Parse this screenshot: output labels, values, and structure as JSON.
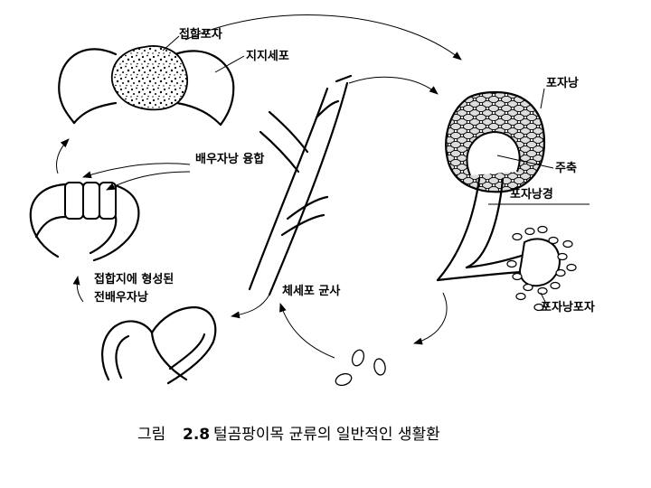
{
  "labels": {
    "zygospore": "접합포자",
    "suspensor": "지지세포",
    "sporangium": "포자낭",
    "columella": "주축",
    "sporangiophore": "포자낭경",
    "gametangia_fusion": "배우자낭 융합",
    "hyphae": "체세포 균사",
    "progametangia_line1": "접합지에 형성된",
    "progametangia_line2": "전배우자낭",
    "sporangiospore": "포자낭포자"
  },
  "caption": {
    "prefix": "그림",
    "number": "2.8",
    "text": "털곰팡이목 균류의 일반적인 생활환"
  }
}
